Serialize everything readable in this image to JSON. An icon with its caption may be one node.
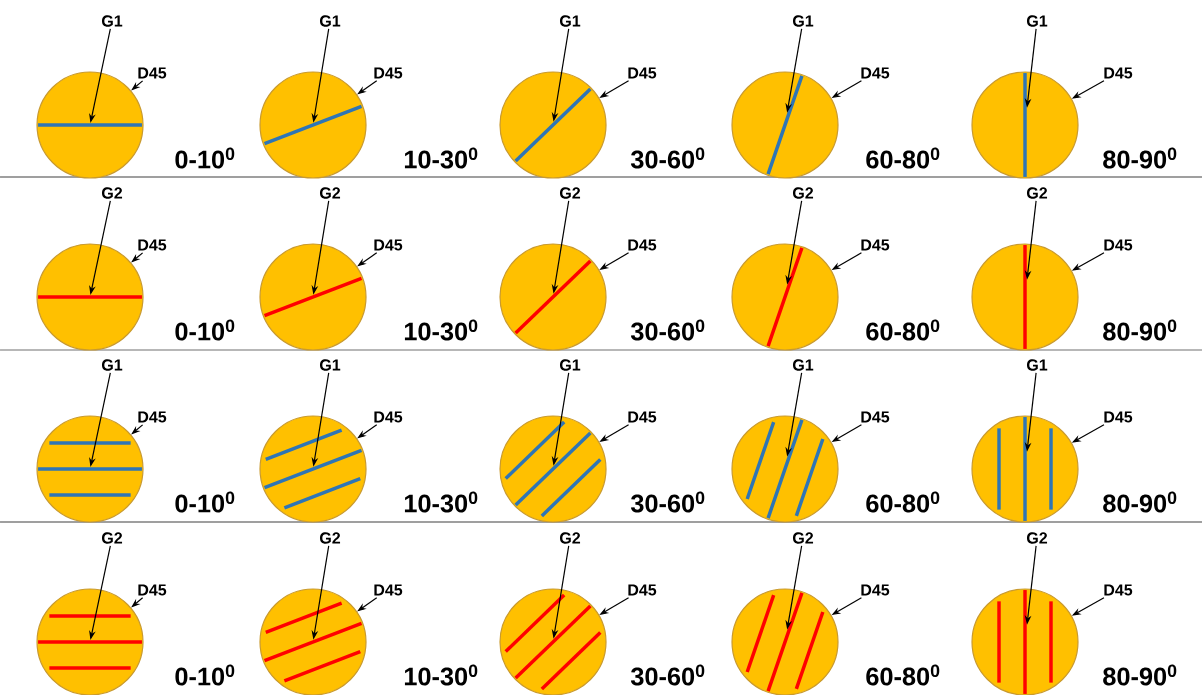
{
  "diagram": {
    "nodes": [
      {
        "text": [
          "G1"
        ]
      },
      {
        "text": [
          "D45"
        ]
      },
      {
        "text": [],
        "shape": "circle",
        "beside": [
          "0-10$^{0}$"
        ]
      },
      {
        "text": [],
        "shape": "line",
        "in": 2
      },
      {
        "text": [
          "G1"
        ]
      },
      {
        "text": [
          "D45"
        ]
      },
      {
        "text": [],
        "shape": "circle",
        "beside": [
          "10-30$^{0}$"
        ]
      },
      {
        "text": [],
        "shape": "line",
        "in": 6
      },
      {
        "text": [
          "G1"
        ]
      },
      {
        "text": [
          "D45"
        ]
      },
      {
        "text": [],
        "shape": "circle",
        "beside": [
          "30-60$^{0}$"
        ]
      },
      {
        "text": [],
        "shape": "line",
        "in": 10
      },
      {
        "text": [
          "G1"
        ]
      },
      {
        "text": [
          "D45"
        ]
      },
      {
        "text": [],
        "shape": "circle",
        "beside": [
          "60-80$^{0}$"
        ]
      },
      {
        "text": [],
        "shape": "line",
        "in": 14
      },
      {
        "text": [
          "G1"
        ]
      },
      {
        "text": [
          "D45"
        ]
      },
      {
        "text": [],
        "shape": "circle",
        "beside": [
          "80-90$^{0}$"
        ]
      },
      {
        "text": [],
        "shape": "line",
        "in": 18
      },
      {
        "text": [
          "G2"
        ]
      },
      {
        "text": [
          "D45"
        ]
      },
      {
        "text": [],
        "shape": "circle",
        "beside": [
          "0-10$^{0}$"
        ]
      },
      {
        "text": [],
        "shape": "line",
        "in": 22
      },
      {
        "text": [
          "G2"
        ]
      },
      {
        "text": [
          "D45"
        ]
      },
      {
        "text": [],
        "shape": "circle",
        "beside": [
          "10-30$^{0}$"
        ]
      },
      {
        "text": [],
        "shape": "line",
        "in": 26
      },
      {
        "text": [
          "G2"
        ]
      },
      {
        "text": [
          "D45"
        ]
      },
      {
        "text": [],
        "shape": "circle",
        "beside": [
          "30-60$^{0}$"
        ]
      },
      {
        "text": [],
        "shape": "line",
        "in": 30
      },
      {
        "text": [
          "G2"
        ]
      },
      {
        "text": [
          "D45"
        ]
      },
      {
        "text": [],
        "shape": "circle",
        "beside": [
          "60-80$^{0}$"
        ]
      },
      {
        "text": [],
        "shape": "line",
        "in": 34
      },
      {
        "text": [
          "G2"
        ]
      },
      {
        "text": [
          "D45"
        ]
      },
      {
        "text": [],
        "shape": "circle",
        "beside": [
          "80-90$^{0}$"
        ]
      },
      {
        "text": [],
        "shape": "line",
        "in": 38
      },
      {
        "text": [
          "G1"
        ]
      },
      {
        "text": [
          "D45"
        ]
      },
      {
        "text": [],
        "shape": "circle",
        "beside": [
          "0-10$^{0}$"
        ]
      },
      {
        "text": [],
        "shape": "line",
        "in": 42
      },
      {
        "text": [],
        "shape": "line",
        "in": 42
      },
      {
        "text": [],
        "shape": "line",
        "in": 42
      },
      {
        "text": [
          "G1"
        ]
      },
      {
        "text": [
          "D45"
        ]
      },
      {
        "text": [],
        "shape": "circle",
        "beside": [
          "10-30$^{0}$"
        ]
      },
      {
        "text": [],
        "shape": "line",
        "in": 48
      },
      {
        "text": [],
        "shape": "line",
        "in": 48
      },
      {
        "text": [],
        "shape": "line",
        "in": 48
      },
      {
        "text": [
          "G1"
        ]
      },
      {
        "text": [
          "D45"
        ]
      },
      {
        "text": [],
        "shape": "circle",
        "beside": [
          "30-60$^{0}$"
        ]
      },
      {
        "text": [],
        "shape": "line",
        "in": 54
      },
      {
        "text": [],
        "shape": "line",
        "in": 54
      },
      {
        "text": [],
        "shape": "line",
        "in": 54
      },
      {
        "text": [
          "G1"
        ]
      },
      {
        "text": [
          "D45"
        ]
      },
      {
        "text": [],
        "shape": "circle",
        "beside": [
          "60-80$^{0}$"
        ]
      },
      {
        "text": [],
        "shape": "line",
        "in": 60
      },
      {
        "text": [],
        "shape": "line",
        "in": 60
      },
      {
        "text": [],
        "shape": "line",
        "in": 60
      },
      {
        "text": [
          "G1"
        ]
      },
      {
        "text": [
          "D45"
        ]
      },
      {
        "text": [],
        "shape": "circle",
        "beside": [
          "80-90$^{0}$"
        ]
      },
      {
        "text": [],
        "shape": "line",
        "in": 66
      },
      {
        "text": [],
        "shape": "line",
        "in": 66
      },
      {
        "text": [],
        "shape": "line",
        "in": 66
      },
      {
        "text": [
          "G2"
        ]
      },
      {
        "text": [
          "D45"
        ]
      },
      {
        "text": [],
        "shape": "circle",
        "beside": [
          "0-10$^{0}$"
        ]
      },
      {
        "text": [],
        "shape": "line",
        "in": 72
      },
      {
        "text": [],
        "shape": "line",
        "in": 72
      },
      {
        "text": [],
        "shape": "line",
        "in": 72
      },
      {
        "text": [
          "G2"
        ]
      },
      {
        "text": [
          "D45"
        ]
      },
      {
        "text": [],
        "shape": "circle",
        "beside": [
          "10-30$^{0}$"
        ]
      },
      {
        "text": [],
        "shape": "line",
        "in": 78
      },
      {
        "text": [],
        "shape": "line",
        "in": 78
      },
      {
        "text": [],
        "shape": "line",
        "in": 78
      },
      {
        "text": [
          "G2"
        ]
      },
      {
        "text": [
          "D45"
        ]
      },
      {
        "text": [],
        "shape": "circle",
        "beside": [
          "30-60$^{0}$"
        ]
      },
      {
        "text": [],
        "shape": "line",
        "in": 84
      },
      {
        "text": [],
        "shape": "line",
        "in": 84
      },
      {
        "text": [],
        "shape": "line",
        "in": 84
      },
      {
        "text": [
          "G2"
        ]
      },
      {
        "text": [
          "D45"
        ]
      },
      {
        "text": [],
        "shape": "circle",
        "beside": [
          "60-80$^{0}$"
        ]
      },
      {
        "text": [],
        "shape": "line",
        "in": 90
      },
      {
        "text": [],
        "shape": "line",
        "in": 90
      },
      {
        "text": [],
        "shape": "line",
        "in": 90
      },
      {
        "text": [
          "G2"
        ]
      },
      {
        "text": [
          "D45"
        ]
      },
      {
        "text": [],
        "shape": "circle",
        "beside": [
          "80-90$^{0}$"
        ]
      },
      {
        "text": [],
        "shape": "line",
        "in": 96
      },
      {
        "text": [],
        "shape": "line",
        "in": 96
      },
      {
        "text": [],
        "shape": "line",
        "in": 96
      }
    ],
    "edges": [
      {
        "from": 0,
        "to": 3,
        "arrow": "to"
      },
      {
        "from": 1,
        "to": 2,
        "arrow": "to"
      },
      {
        "from": 4,
        "to": 7,
        "arrow": "to"
      },
      {
        "from": 5,
        "to": 6,
        "arrow": "to"
      },
      {
        "from": 8,
        "to": 11,
        "arrow": "to"
      },
      {
        "from": 9,
        "to": 10,
        "arrow": "to"
      },
      {
        "from": 12,
        "to": 15,
        "arrow": "to"
      },
      {
        "from": 13,
        "to": 14,
        "arrow": "to"
      },
      {
        "from": 16,
        "to": 19,
        "arrow": "to"
      },
      {
        "from": 17,
        "to": 18,
        "arrow": "to"
      },
      {
        "from": 20,
        "to": 23,
        "arrow": "to"
      },
      {
        "from": 21,
        "to": 22,
        "arrow": "to"
      },
      {
        "from": 24,
        "to": 27,
        "arrow": "to"
      },
      {
        "from": 25,
        "to": 26,
        "arrow": "to"
      },
      {
        "from": 28,
        "to": 31,
        "arrow": "to"
      },
      {
        "from": 29,
        "to": 30,
        "arrow": "to"
      },
      {
        "from": 32,
        "to": 35,
        "arrow": "to"
      },
      {
        "from": 33,
        "to": 34,
        "arrow": "to"
      },
      {
        "from": 36,
        "to": 39,
        "arrow": "to"
      },
      {
        "from": 37,
        "to": 38,
        "arrow": "to"
      },
      {
        "from": 40,
        "to": 44,
        "arrow": "to"
      },
      {
        "from": 41,
        "to": 42,
        "arrow": "to"
      },
      {
        "from": 46,
        "to": 50,
        "arrow": "to"
      },
      {
        "from": 47,
        "to": 48,
        "arrow": "to"
      },
      {
        "from": 52,
        "to": 56,
        "arrow": "to"
      },
      {
        "from": 53,
        "to": 54,
        "arrow": "to"
      },
      {
        "from": 58,
        "to": 62,
        "arrow": "to"
      },
      {
        "from": 59,
        "to": 60,
        "arrow": "to"
      },
      {
        "from": 64,
        "to": 68,
        "arrow": "to"
      },
      {
        "from": 65,
        "to": 66,
        "arrow": "to"
      },
      {
        "from": 70,
        "to": 74,
        "arrow": "to"
      },
      {
        "from": 71,
        "to": 72,
        "arrow": "to"
      },
      {
        "from": 76,
        "to": 80,
        "arrow": "to"
      },
      {
        "from": 77,
        "to": 78,
        "arrow": "to"
      },
      {
        "from": 82,
        "to": 86,
        "arrow": "to"
      },
      {
        "from": 83,
        "to": 84,
        "arrow": "to"
      },
      {
        "from": 88,
        "to": 92,
        "arrow": "to"
      },
      {
        "from": 89,
        "to": 90,
        "arrow": "to"
      },
      {
        "from": 94,
        "to": 98,
        "arrow": "to"
      },
      {
        "from": 95,
        "to": 96,
        "arrow": "to"
      }
    ]
  }
}
